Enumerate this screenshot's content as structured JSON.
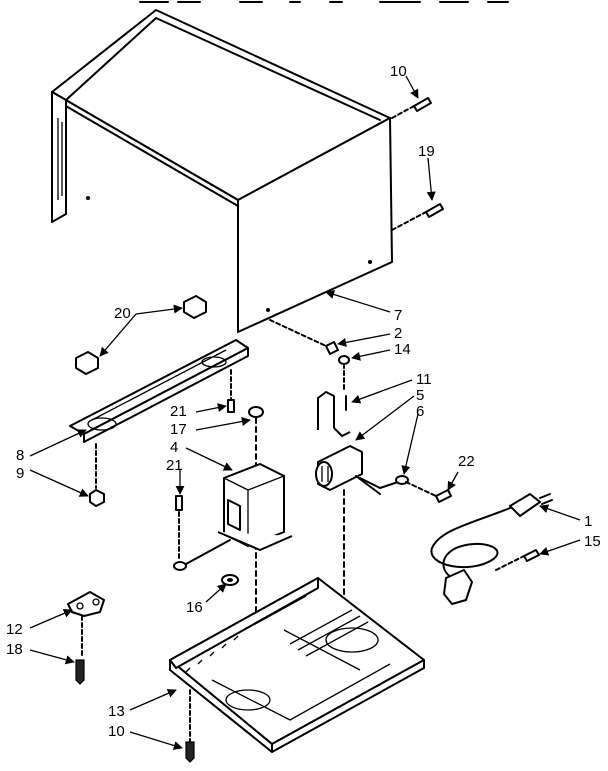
{
  "callouts": {
    "c1": "1",
    "c2": "2",
    "c4": "4",
    "c5": "5",
    "c6": "6",
    "c7": "7",
    "c8": "8",
    "c9": "9",
    "c10a": "10",
    "c10b": "10",
    "c11": "11",
    "c12": "12",
    "c13": "13",
    "c14": "14",
    "c15": "15",
    "c16": "16",
    "c17": "17",
    "c18": "18",
    "c19": "19",
    "c20": "20",
    "c21a": "21",
    "c21b": "21",
    "c22": "22"
  }
}
